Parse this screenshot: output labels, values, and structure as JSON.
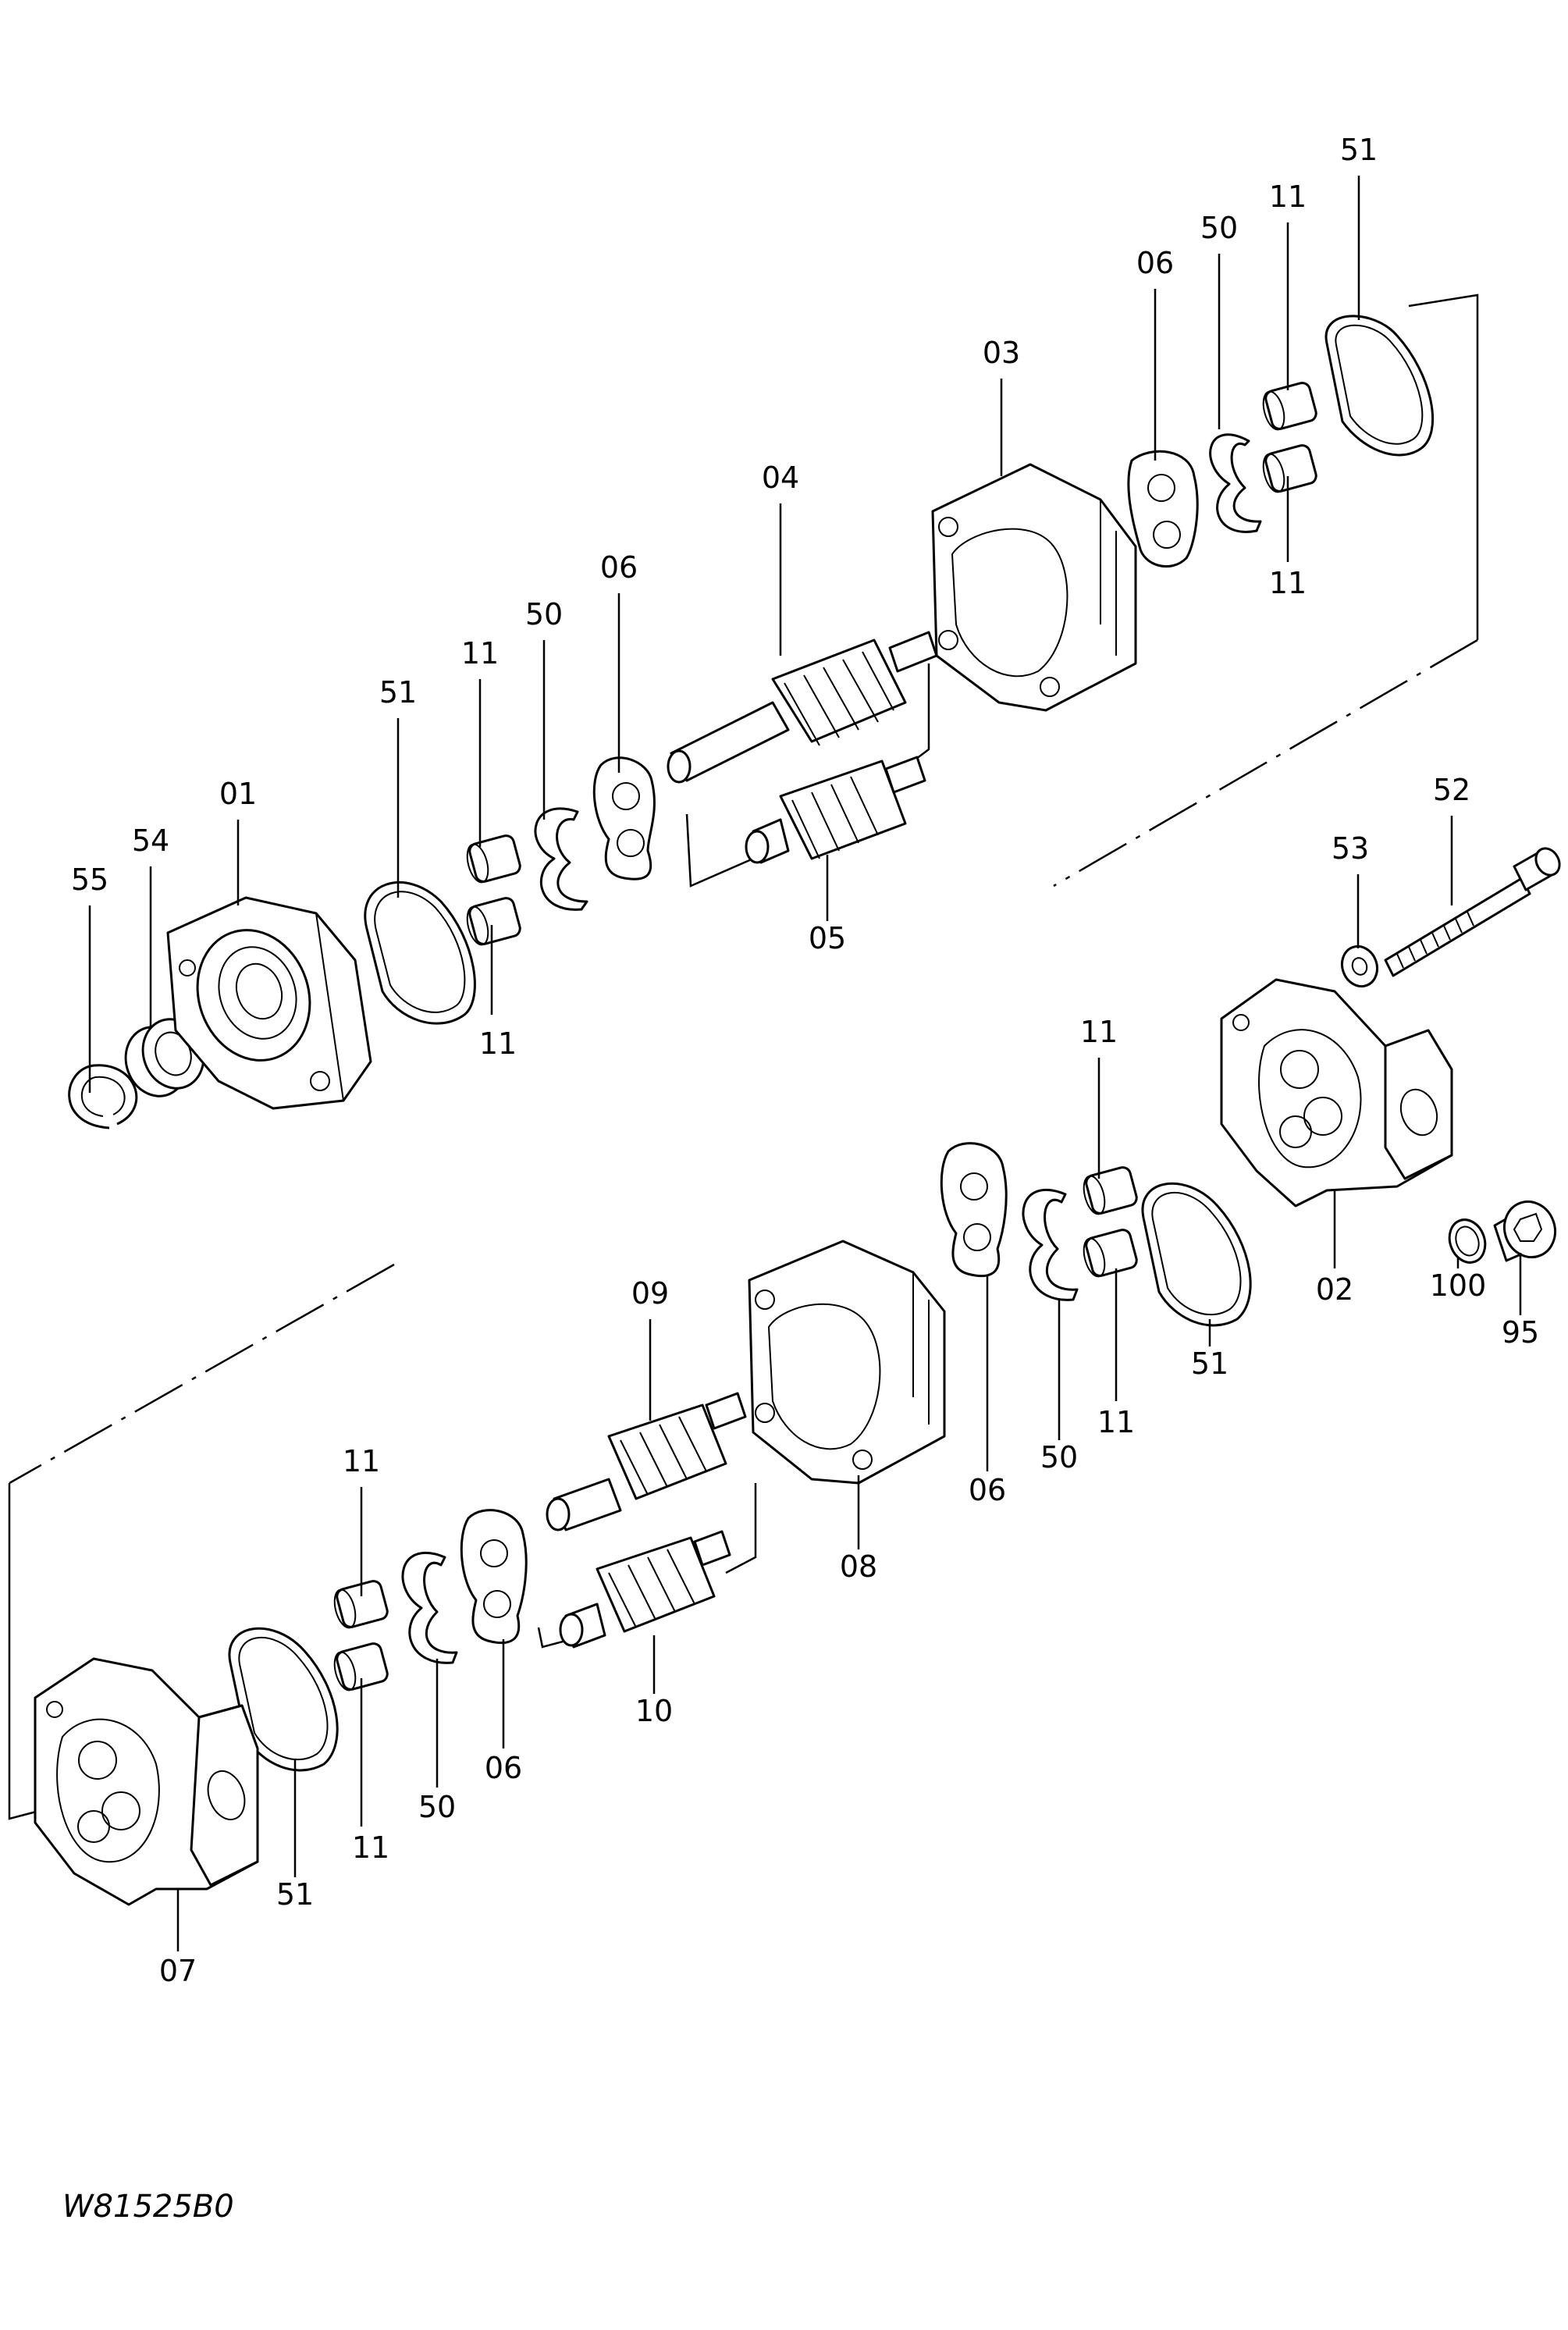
{
  "drawing_code": "W81525B0",
  "part_labels": {
    "p51_top": "51",
    "p11_top_a": "11",
    "p50_top": "50",
    "p06_top": "06",
    "p03": "03",
    "p11_top_b": "11",
    "p04": "04",
    "p06_mid": "06",
    "p50_mid": "50",
    "p11_mid_a": "11",
    "p51_mid": "51",
    "p01": "01",
    "p54": "54",
    "p55": "55",
    "p11_mid_b": "11",
    "p05": "05",
    "p52": "52",
    "p53": "53",
    "p11_r_a": "11",
    "p02": "02",
    "p100": "100",
    "p95": "95",
    "p51_r": "51",
    "p11_r_b": "11",
    "p50_r": "50",
    "p06_r": "06",
    "p09": "09",
    "p08": "08",
    "p10": "10",
    "p11_low_a": "11",
    "p11_low_b": "11",
    "p50_low": "50",
    "p06_low": "06",
    "p51_low": "51",
    "p07": "07"
  }
}
